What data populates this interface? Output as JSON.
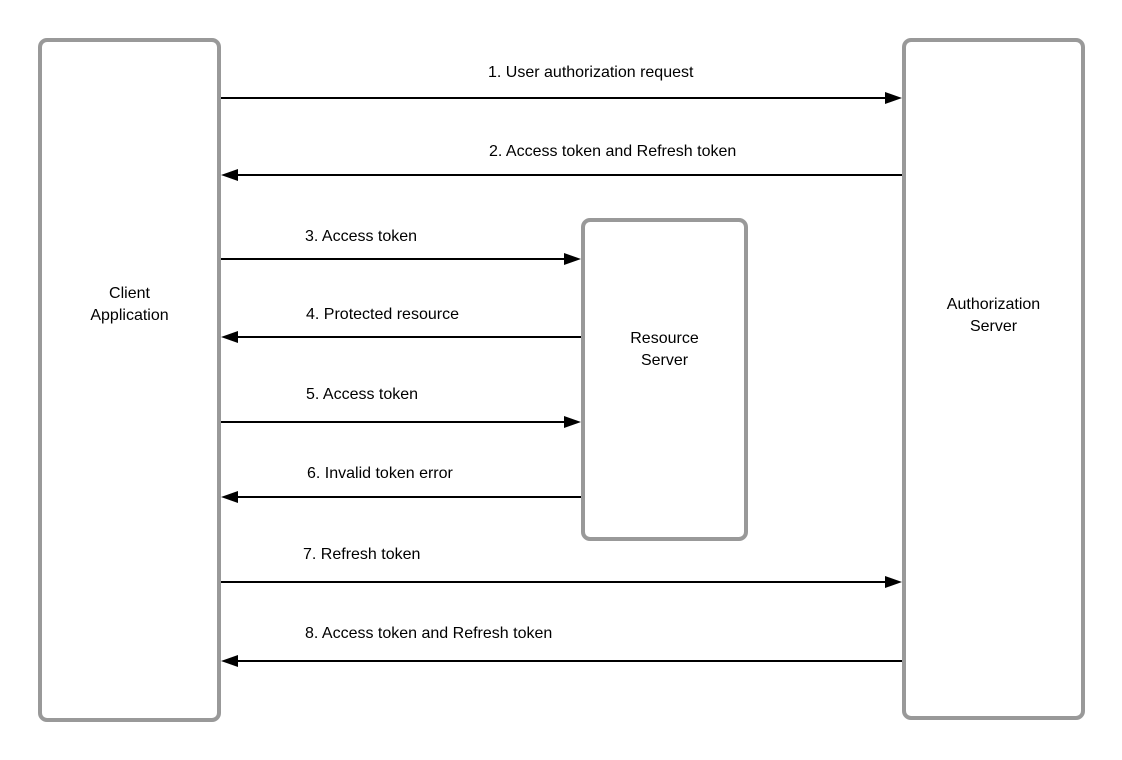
{
  "boxes": {
    "client": {
      "label": "Client\nApplication"
    },
    "resource": {
      "label": "Resource\nServer"
    },
    "authorization": {
      "label": "Authorization\nServer"
    }
  },
  "arrows": [
    {
      "label": "1. User authorization request",
      "from": "Client Application",
      "to": "Authorization Server",
      "direction": "right"
    },
    {
      "label": "2. Access token and Refresh token",
      "from": "Authorization Server",
      "to": "Client Application",
      "direction": "left"
    },
    {
      "label": "3. Access token",
      "from": "Client Application",
      "to": "Resource Server",
      "direction": "right"
    },
    {
      "label": "4. Protected resource",
      "from": "Resource Server",
      "to": "Client Application",
      "direction": "left"
    },
    {
      "label": "5. Access token",
      "from": "Client Application",
      "to": "Resource Server",
      "direction": "right"
    },
    {
      "label": "6. Invalid token error",
      "from": "Resource Server",
      "to": "Client Application",
      "direction": "left"
    },
    {
      "label": "7. Refresh token",
      "from": "Client Application",
      "to": "Authorization Server",
      "direction": "right"
    },
    {
      "label": "8. Access token and Refresh token",
      "from": "Authorization Server",
      "to": "Client Application",
      "direction": "left"
    }
  ],
  "colors": {
    "box_border": "#999999",
    "arrow": "#000000",
    "text": "#000000",
    "background": "#ffffff"
  }
}
